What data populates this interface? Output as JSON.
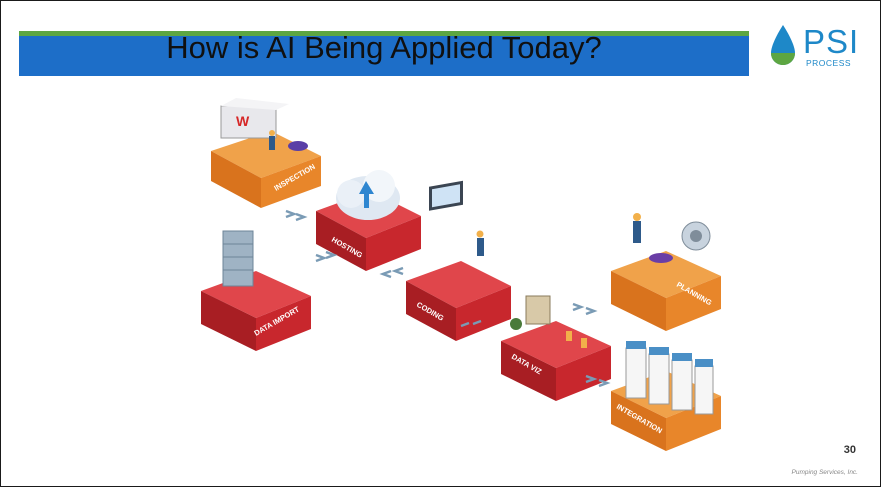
{
  "slide": {
    "title": "How is AI Being Applied Today?",
    "page_number": "30",
    "footer": "Pumping Services, Inc."
  },
  "logo": {
    "word": "PSI",
    "sub": "PROCESS"
  },
  "steps": {
    "inspection": "INSPECTION",
    "hosting": "HOSTING",
    "data_import": "DATA IMPORT",
    "coding": "CODING",
    "data_viz": "DATA VIZ",
    "planning": "PLANNING",
    "integration": "INTEGRATION"
  },
  "colors": {
    "header_blue": "#1d6ec8",
    "header_green": "#5da642",
    "orange_block": "#e8862a",
    "red_block": "#c8272d",
    "logo_blue": "#1e88c8"
  }
}
